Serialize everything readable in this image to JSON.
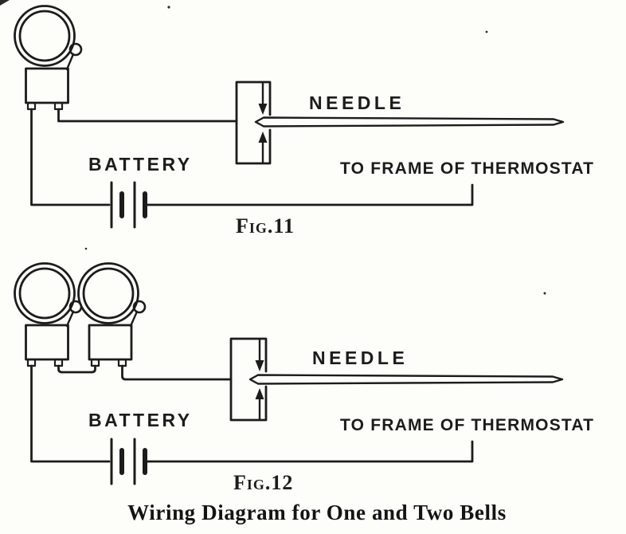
{
  "page": {
    "caption": "Wiring Diagram for One and Two Bells"
  },
  "fig11": {
    "needle_label": "NEEDLE",
    "frame_label": "TO FRAME OF THERMOSTAT",
    "battery_label": "BATTERY",
    "figure_label": "Fig.11"
  },
  "fig12": {
    "needle_label": "NEEDLE",
    "frame_label": "TO FRAME OF THERMOSTAT",
    "battery_label": "BATTERY",
    "figure_label": "Fig.12"
  },
  "colors": {
    "ink": "#1c1c1c",
    "paper": "#fdfdf9"
  }
}
